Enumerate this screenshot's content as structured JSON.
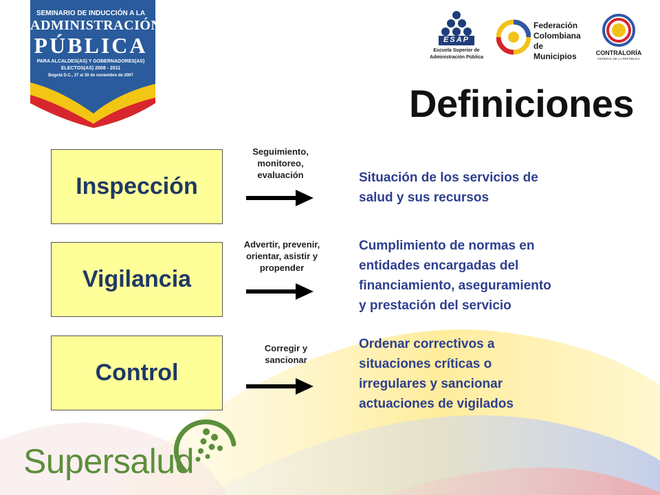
{
  "seminar": {
    "line1": "SEMINARIO DE INDUCCIÓN A LA",
    "line2": "ADMINISTRACIÓN",
    "line3": "PÚBLICA",
    "line4": "PARA ALCALDES(AS) Y GOBERNADORES(AS)",
    "line5": "ELECTOS(AS) 2008 - 2011",
    "line6": "Bogotá D.C., 27 al 30 de noviembre de 2007"
  },
  "logos": {
    "esap_mark": "ESAP",
    "esap_line1": "Escuela Superior de",
    "esap_line2": "Administración Pública",
    "fcm_line1": "Federación",
    "fcm_line2": "Colombiana",
    "fcm_line3": "de Municipios",
    "contraloria_name": "CONTRALORÍA",
    "contraloria_sub": "GENERAL DE LA REPÚBLICA",
    "supersalud": "Supersalud"
  },
  "title": "Definiciones",
  "rows": [
    {
      "term": "Inspección",
      "action": [
        "Seguimiento,",
        "monitoreo,",
        "evaluación"
      ],
      "desc": [
        "Situación de los servicios de",
        "salud y sus recursos"
      ]
    },
    {
      "term": "Vigilancia",
      "action": [
        "Advertir, prevenir,",
        "orientar, asistir y",
        "propender"
      ],
      "desc": [
        "Cumplimiento de normas en",
        "entidades encargadas del",
        "financiamiento, aseguramiento",
        "y prestación del servicio"
      ]
    },
    {
      "term": "Control",
      "action": [
        "Corregir y",
        "sancionar"
      ],
      "desc": [
        "Ordenar correctivos a",
        "situaciones críticas o",
        "irregulares y sancionar",
        "actuaciones de vigilados"
      ]
    }
  ],
  "colors": {
    "term_box_fill": "#ffff99",
    "term_text": "#1f3864",
    "desc_text": "#2e3f8f",
    "supersalud_green": "#5b8f3a"
  }
}
